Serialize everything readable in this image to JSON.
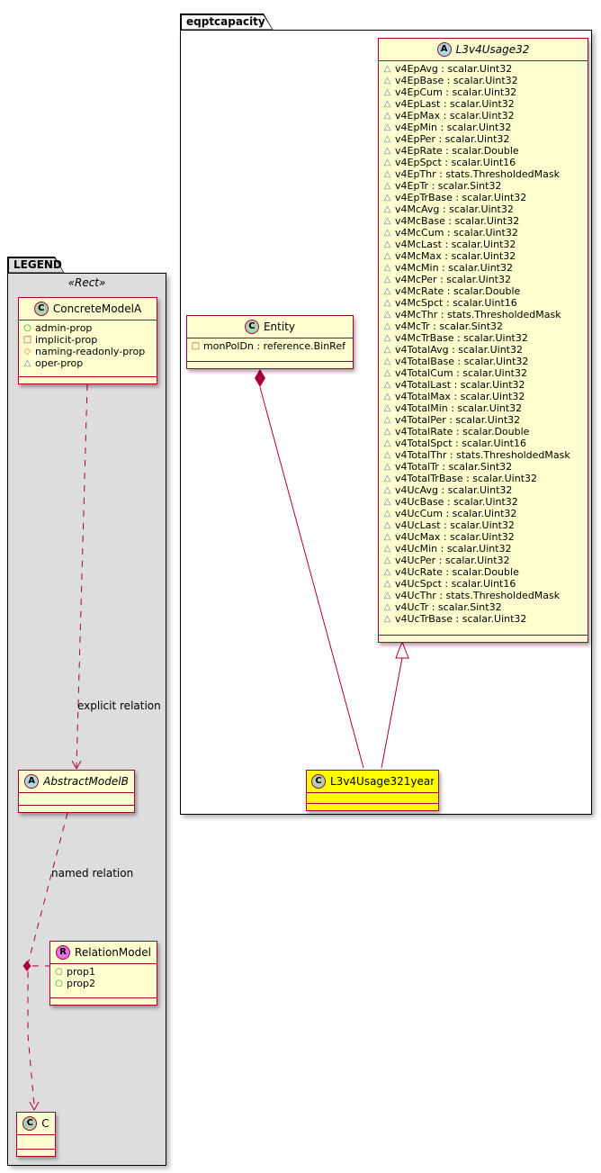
{
  "packages": {
    "eqptcapacity": {
      "label": "eqptcapacity"
    },
    "legend": {
      "label": "LEGEND",
      "stereotype": "«Rect»"
    }
  },
  "classes": {
    "l3v4usage32": {
      "name": "L3v4Usage32",
      "spot": "A",
      "abstract": true,
      "attributes": [
        {
          "icon": "triangle",
          "text": "v4EpAvg : scalar.Uint32"
        },
        {
          "icon": "triangle",
          "text": "v4EpBase : scalar.Uint32"
        },
        {
          "icon": "triangle",
          "text": "v4EpCum : scalar.Uint32"
        },
        {
          "icon": "triangle",
          "text": "v4EpLast : scalar.Uint32"
        },
        {
          "icon": "triangle",
          "text": "v4EpMax : scalar.Uint32"
        },
        {
          "icon": "triangle",
          "text": "v4EpMin : scalar.Uint32"
        },
        {
          "icon": "triangle",
          "text": "v4EpPer : scalar.Uint32"
        },
        {
          "icon": "triangle",
          "text": "v4EpRate : scalar.Double"
        },
        {
          "icon": "triangle",
          "text": "v4EpSpct : scalar.Uint16"
        },
        {
          "icon": "triangle",
          "text": "v4EpThr : stats.ThresholdedMask"
        },
        {
          "icon": "triangle",
          "text": "v4EpTr : scalar.Sint32"
        },
        {
          "icon": "triangle",
          "text": "v4EpTrBase : scalar.Uint32"
        },
        {
          "icon": "triangle",
          "text": "v4McAvg : scalar.Uint32"
        },
        {
          "icon": "triangle",
          "text": "v4McBase : scalar.Uint32"
        },
        {
          "icon": "triangle",
          "text": "v4McCum : scalar.Uint32"
        },
        {
          "icon": "triangle",
          "text": "v4McLast : scalar.Uint32"
        },
        {
          "icon": "triangle",
          "text": "v4McMax : scalar.Uint32"
        },
        {
          "icon": "triangle",
          "text": "v4McMin : scalar.Uint32"
        },
        {
          "icon": "triangle",
          "text": "v4McPer : scalar.Uint32"
        },
        {
          "icon": "triangle",
          "text": "v4McRate : scalar.Double"
        },
        {
          "icon": "triangle",
          "text": "v4McSpct : scalar.Uint16"
        },
        {
          "icon": "triangle",
          "text": "v4McThr : stats.ThresholdedMask"
        },
        {
          "icon": "triangle",
          "text": "v4McTr : scalar.Sint32"
        },
        {
          "icon": "triangle",
          "text": "v4McTrBase : scalar.Uint32"
        },
        {
          "icon": "triangle",
          "text": "v4TotalAvg : scalar.Uint32"
        },
        {
          "icon": "triangle",
          "text": "v4TotalBase : scalar.Uint32"
        },
        {
          "icon": "triangle",
          "text": "v4TotalCum : scalar.Uint32"
        },
        {
          "icon": "triangle",
          "text": "v4TotalLast : scalar.Uint32"
        },
        {
          "icon": "triangle",
          "text": "v4TotalMax : scalar.Uint32"
        },
        {
          "icon": "triangle",
          "text": "v4TotalMin : scalar.Uint32"
        },
        {
          "icon": "triangle",
          "text": "v4TotalPer : scalar.Uint32"
        },
        {
          "icon": "triangle",
          "text": "v4TotalRate : scalar.Double"
        },
        {
          "icon": "triangle",
          "text": "v4TotalSpct : scalar.Uint16"
        },
        {
          "icon": "triangle",
          "text": "v4TotalThr : stats.ThresholdedMask"
        },
        {
          "icon": "triangle",
          "text": "v4TotalTr : scalar.Sint32"
        },
        {
          "icon": "triangle",
          "text": "v4TotalTrBase : scalar.Uint32"
        },
        {
          "icon": "triangle",
          "text": "v4UcAvg : scalar.Uint32"
        },
        {
          "icon": "triangle",
          "text": "v4UcBase : scalar.Uint32"
        },
        {
          "icon": "triangle",
          "text": "v4UcCum : scalar.Uint32"
        },
        {
          "icon": "triangle",
          "text": "v4UcLast : scalar.Uint32"
        },
        {
          "icon": "triangle",
          "text": "v4UcMax : scalar.Uint32"
        },
        {
          "icon": "triangle",
          "text": "v4UcMin : scalar.Uint32"
        },
        {
          "icon": "triangle",
          "text": "v4UcPer : scalar.Uint32"
        },
        {
          "icon": "triangle",
          "text": "v4UcRate : scalar.Double"
        },
        {
          "icon": "triangle",
          "text": "v4UcSpct : scalar.Uint16"
        },
        {
          "icon": "triangle",
          "text": "v4UcThr : stats.ThresholdedMask"
        },
        {
          "icon": "triangle",
          "text": "v4UcTr : scalar.Sint32"
        },
        {
          "icon": "triangle",
          "text": "v4UcTrBase : scalar.Uint32"
        }
      ]
    },
    "entity": {
      "name": "Entity",
      "spot": "C",
      "attributes": [
        {
          "icon": "square",
          "text": "monPolDn : reference.BinRef"
        }
      ]
    },
    "l3v4usage321year": {
      "name": "L3v4Usage321year",
      "spot": "C",
      "highlighted": true,
      "attributes": []
    },
    "concrete_model_a": {
      "name": "ConcreteModelA",
      "spot": "C",
      "attributes": [
        {
          "icon": "circle",
          "text": "admin-prop"
        },
        {
          "icon": "square",
          "text": "implicit-prop"
        },
        {
          "icon": "diamond",
          "text": "naming-readonly-prop"
        },
        {
          "icon": "triangle",
          "text": "oper-prop"
        }
      ]
    },
    "abstract_model_b": {
      "name": "AbstractModelB",
      "spot": "A",
      "abstract": true,
      "attributes": []
    },
    "relation_model": {
      "name": "RelationModel",
      "spot": "R",
      "attributes": [
        {
          "icon": "circle",
          "text": "prop1"
        },
        {
          "icon": "circle",
          "text": "prop2"
        }
      ]
    },
    "c": {
      "name": "C",
      "spot": "C",
      "attributes": []
    }
  },
  "relations": {
    "explicit_label": "explicit relation",
    "named_label": "named relation",
    "composition": "Entity *-- L3v4Usage321year",
    "generalization": "L3v4Usage321year --|> L3v4Usage32"
  },
  "colors": {
    "class_bg": "#FEFECE",
    "class_border": "#A80036",
    "highlight_bg": "#FFFF00",
    "legend_bg": "#DDDDDD",
    "spot_class": "#ADD1B2",
    "spot_abstract": "#A9DCDF",
    "spot_relation": "#EB6EEB",
    "relation_line": "#A80036"
  }
}
